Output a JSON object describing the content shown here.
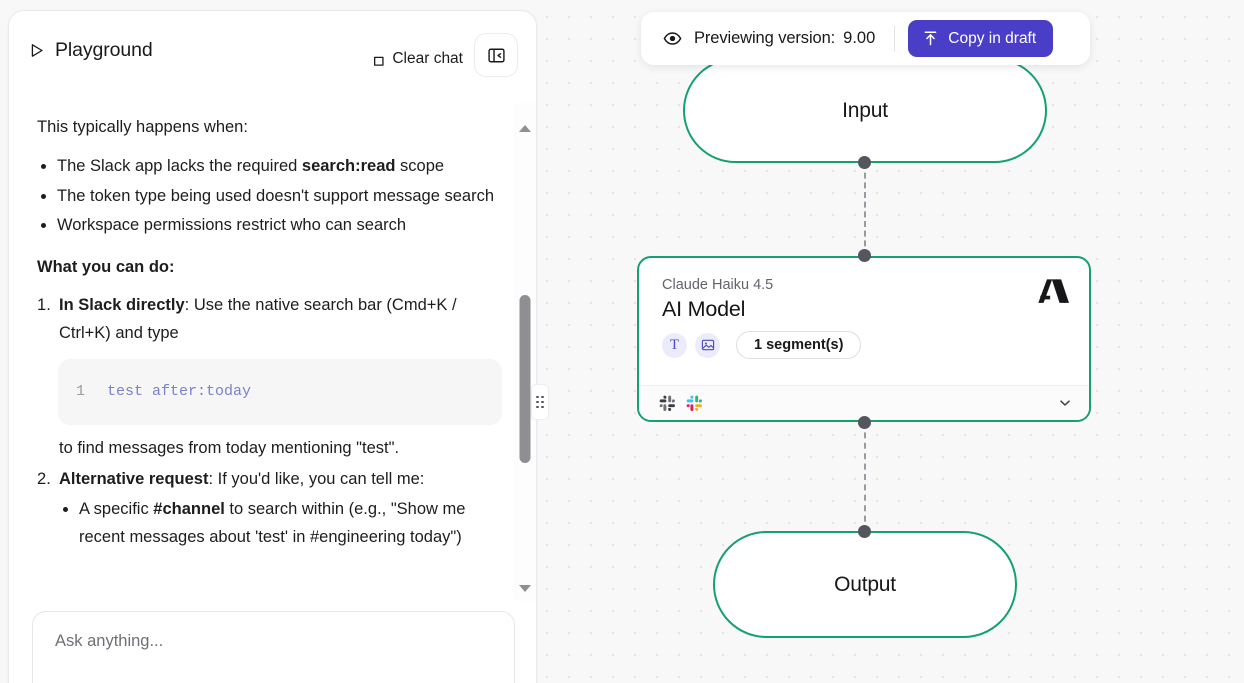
{
  "playground": {
    "title": "Playground",
    "play_icon": "play-triangle-icon",
    "clear_chat_label": "Clear chat",
    "collapse_icon": "panel-collapse-icon",
    "chat": {
      "lead": "This typically happens when:",
      "causes": [
        {
          "pre": "The Slack app lacks the required ",
          "bold": "search:read",
          "post": " scope"
        },
        {
          "pre": "The token type being used doesn't support message search",
          "bold": "",
          "post": ""
        },
        {
          "pre": "Workspace permissions restrict who can search",
          "bold": "",
          "post": ""
        }
      ],
      "section_head": "What you can do:",
      "step1_bold": "In Slack directly",
      "step1_text": ": Use the native search bar (Cmd+K / Ctrl+K) and type",
      "code_line_number": "1",
      "code_text": "test after:today",
      "step1_after": "to find messages from today mentioning \"test\".",
      "step2_bold": "Alternative request",
      "step2_text": ": If you'd like, you can tell me:",
      "step2_sub_pre": "A specific ",
      "step2_sub_bold": "#channel",
      "step2_sub_post": " to search within (e.g., \"Show me recent messages about 'test' in #engineering today\")"
    },
    "composer_placeholder": "Ask anything...",
    "scrollbar": {
      "up_arrow_icon": "scroll-up-arrow-icon",
      "down_arrow_icon": "scroll-down-arrow-icon"
    },
    "resize_handle_icon": "drag-handle-dots-icon"
  },
  "preview_banner": {
    "eye_icon": "eye-icon",
    "label": "Previewing version:",
    "version": "9.00",
    "copy_button_label": "Copy in draft",
    "upload_icon": "upload-arrow-icon",
    "accent_color": "#4a3ec8"
  },
  "flow": {
    "node_border_color": "#14a06f",
    "connector_color": "#555560",
    "edge_color": "#9a9aa2",
    "input_node": {
      "label": "Input"
    },
    "output_node": {
      "label": "Output"
    },
    "model_node": {
      "subtitle": "Claude Haiku 4.5",
      "title": "AI Model",
      "provider_logo": "anthropic-logo",
      "badges": [
        {
          "icon": "text-modality-icon",
          "glyph": "T"
        },
        {
          "icon": "image-modality-icon",
          "glyph": ""
        }
      ],
      "segments_label": "1 segment(s)",
      "footer_icons": [
        "slack-icon-gray",
        "slack-icon-color"
      ],
      "expand_icon": "chevron-down-icon"
    }
  }
}
